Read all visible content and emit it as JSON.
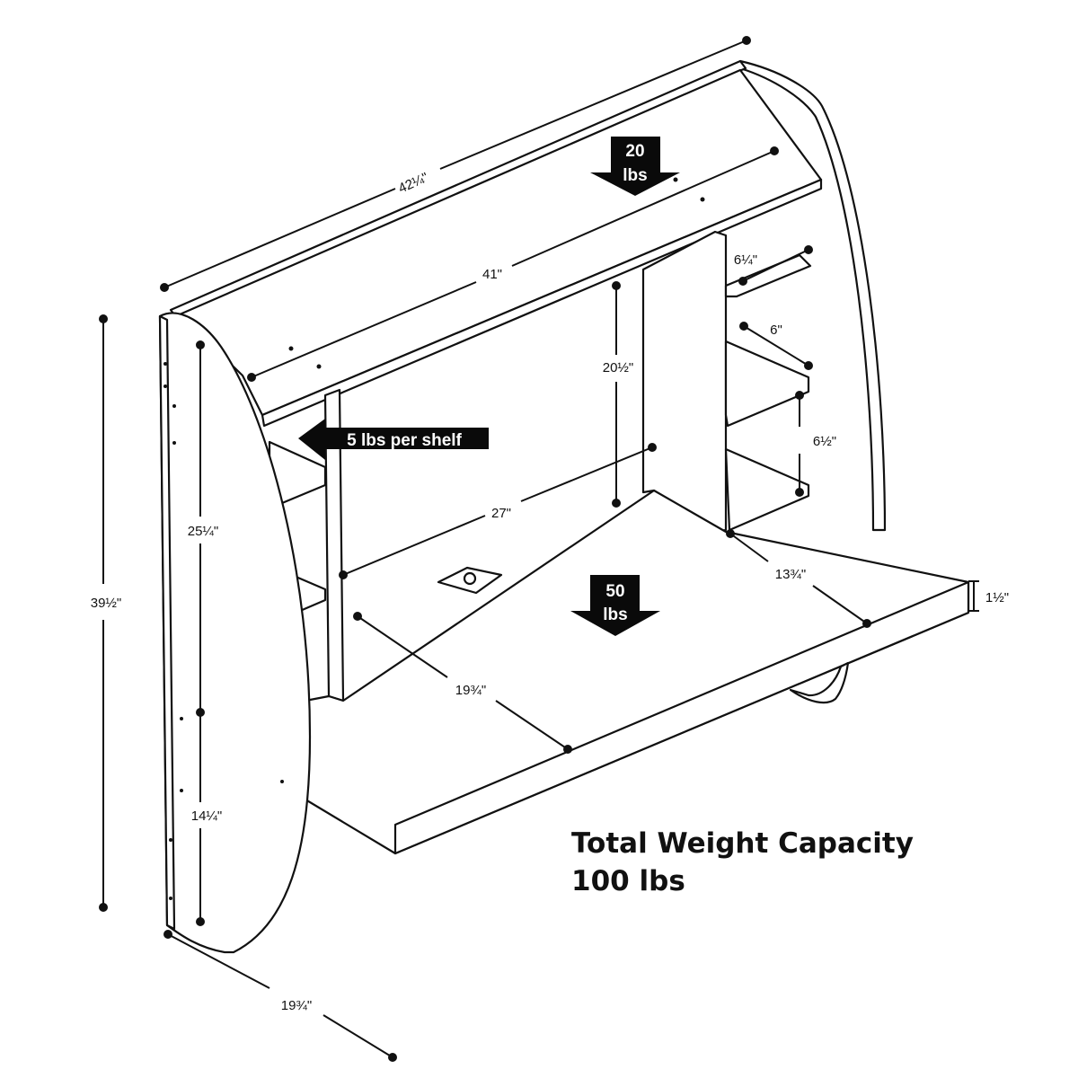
{
  "dimensions": {
    "top_width": "42¼\"",
    "shelf_width": "41\"",
    "total_height": "39½\"",
    "side_upper_height": "25¼\"",
    "side_lower_height": "14¼\"",
    "depth": "19¾\"",
    "opening_height": "20½\"",
    "opening_width": "27\"",
    "desk_depth": "19¾\"",
    "right_side_depth": "13¾\"",
    "desk_thickness": "1½\"",
    "shelf_gap_top": "6¼\"",
    "shelf_gap_mid": "6\"",
    "shelf_gap_bottom": "6½\""
  },
  "loads": {
    "top_shelf_line1": "20",
    "top_shelf_line2": "lbs",
    "side_shelf": "5 lbs per shelf",
    "desk_line1": "50",
    "desk_line2": "lbs"
  },
  "capacity": {
    "line1": "Total Weight Capacity",
    "line2": "100 lbs"
  },
  "colors": {
    "line": "#111111",
    "arrow": "#0a0a0a",
    "background": "#ffffff"
  }
}
